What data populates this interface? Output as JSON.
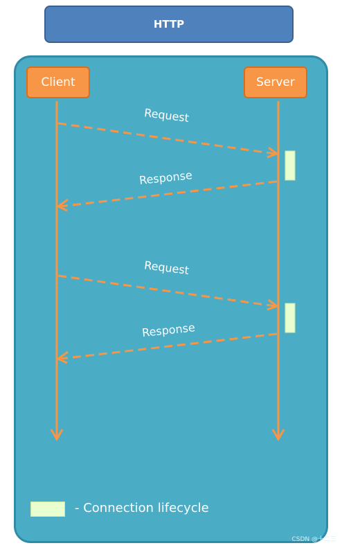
{
  "title": "HTTP",
  "actors": {
    "client": "Client",
    "server": "Server"
  },
  "messages": [
    {
      "label": "Request",
      "direction": "client-to-server"
    },
    {
      "label": "Response",
      "direction": "server-to-client"
    },
    {
      "label": "Request",
      "direction": "client-to-server"
    },
    {
      "label": "Response",
      "direction": "server-to-client"
    }
  ],
  "legend": {
    "label": "- Connection lifecycle"
  },
  "watermark": "CSDN @十二三",
  "colors": {
    "title_fill": "#4f81bd",
    "panel_fill": "#4bacc6",
    "actor_fill": "#f79646",
    "arrow": "#f79646",
    "connection": "#e9ffcf"
  }
}
